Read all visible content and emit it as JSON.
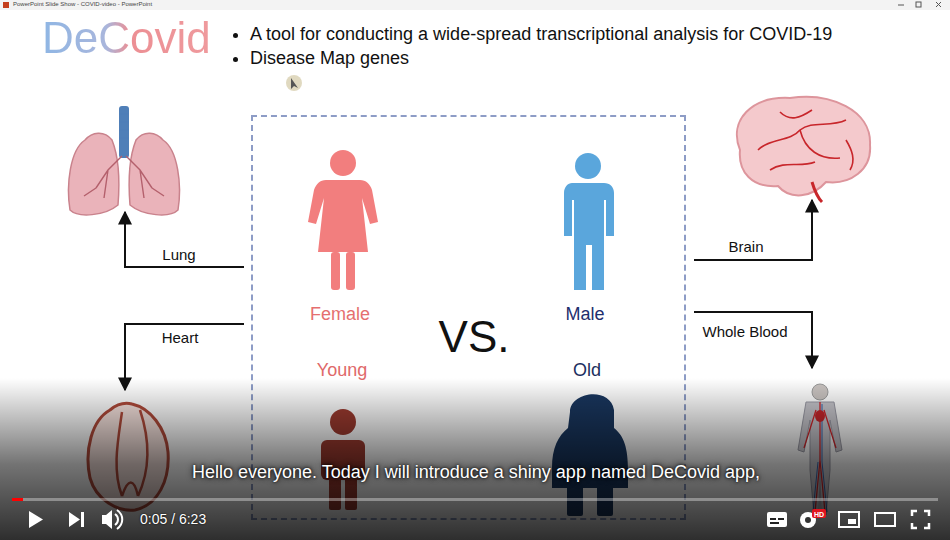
{
  "diagram": {
    "title": "DeCovid",
    "nodes": [
      {
        "text": [
          "Female",
          "Male",
          "VS.",
          "Young",
          "Old"
        ]
      }
    ],
    "labels": [
      "PowerPoint Slide Show - COVID-video - PowerPoint",
      "A tool for conducting a wide-spread transcriptional analysis for COVID-19",
      "Disease Map genes",
      "Lung",
      "Brain",
      "Heart",
      "Whole Blood",
      "Hello everyone. Today I will introduce a shiny app named DeCovid app,",
      "0:05 / 6:23",
      "HD"
    ]
  }
}
